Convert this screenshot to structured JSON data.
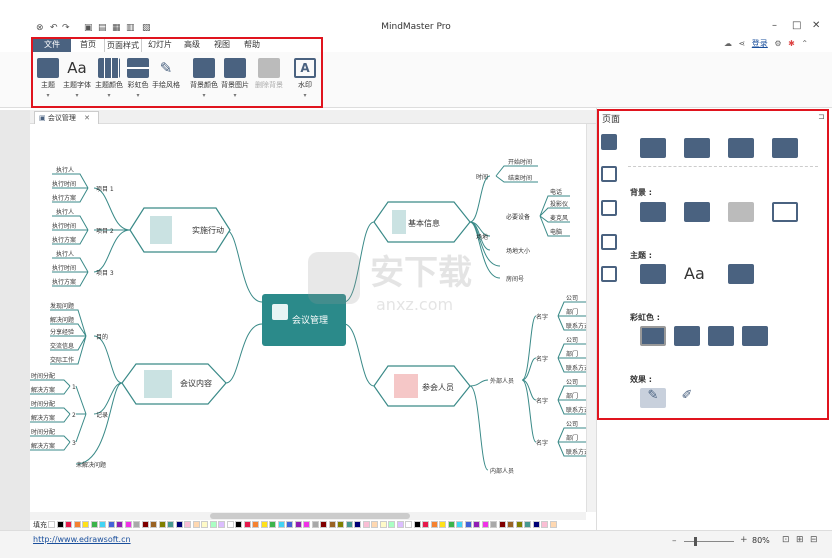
{
  "app": {
    "title": "MindMaster Pro"
  },
  "menu": [
    "文件",
    "首页",
    "页面样式",
    "幻灯片",
    "高级",
    "视图",
    "帮助"
  ],
  "ribbon": {
    "groups": [
      {
        "label": "主题"
      },
      {
        "label": "主题字体"
      },
      {
        "label": "主题颜色"
      },
      {
        "label": "彩虹色"
      },
      {
        "label": "手绘风格"
      },
      {
        "label": "背景颜色"
      },
      {
        "label": "背景图片"
      },
      {
        "label": "删除背景"
      },
      {
        "label": "水印"
      }
    ]
  },
  "account": {
    "login": "登录"
  },
  "doc_tab": {
    "title": "会议管理"
  },
  "panel": {
    "title": "页面",
    "background": "背景 :",
    "theme": "主题 :",
    "rainbow": "彩虹色 :",
    "effect": "效果 :",
    "font_sample": "Aa"
  },
  "status": {
    "url": "http://www.edrawsoft.cn",
    "zoom": "80%"
  },
  "fill_label": "填充",
  "watermark": {
    "cn": "安下载",
    "en": "anxz.com"
  },
  "mindmap": {
    "center": "会议管理",
    "left_top": {
      "title": "实施行动",
      "groups": [
        {
          "label": "项目 1",
          "items": [
            "执行人",
            "执行时间",
            "执行方案"
          ]
        },
        {
          "label": "项目 2",
          "items": [
            "执行人",
            "执行时间",
            "执行方案"
          ]
        },
        {
          "label": "项目 3",
          "items": [
            "执行人",
            "执行时间",
            "执行方案"
          ]
        }
      ]
    },
    "left_bottom": {
      "title": "会议内容",
      "goal": "目的",
      "goal_items": [
        "发现问题",
        "解决问题",
        "分享经验",
        "交流信息",
        "交际工作"
      ],
      "record": "记录",
      "record_groups": [
        {
          "label": "1",
          "items": [
            "时间分配",
            "解决方案"
          ]
        },
        {
          "label": "2",
          "items": [
            "时间分配",
            "解决方案"
          ]
        },
        {
          "label": "3",
          "items": [
            "时间分配",
            "解决方案"
          ]
        }
      ],
      "unsolved": "未解决问题"
    },
    "right_top": {
      "title": "基本信息",
      "time": "时间",
      "time_items": [
        "开始时间",
        "结束时间"
      ],
      "place": "场地",
      "equip": "必要设备",
      "equip_items": [
        "电话",
        "投影仪",
        "麦克风",
        "电脑"
      ],
      "size": "场地大小",
      "room": "房间号"
    },
    "right_bottom": {
      "title": "参会人员",
      "external": "外部人员",
      "internal": "内部人员",
      "guests": [
        {
          "label": "名字",
          "items": [
            "公司",
            "部门",
            "联系方式"
          ]
        },
        {
          "label": "名字",
          "items": [
            "公司",
            "部门",
            "联系方式"
          ]
        },
        {
          "label": "名字",
          "items": [
            "公司",
            "部门",
            "联系方式"
          ]
        },
        {
          "label": "名字",
          "items": [
            "公司",
            "部门",
            "联系方式"
          ]
        }
      ]
    }
  }
}
